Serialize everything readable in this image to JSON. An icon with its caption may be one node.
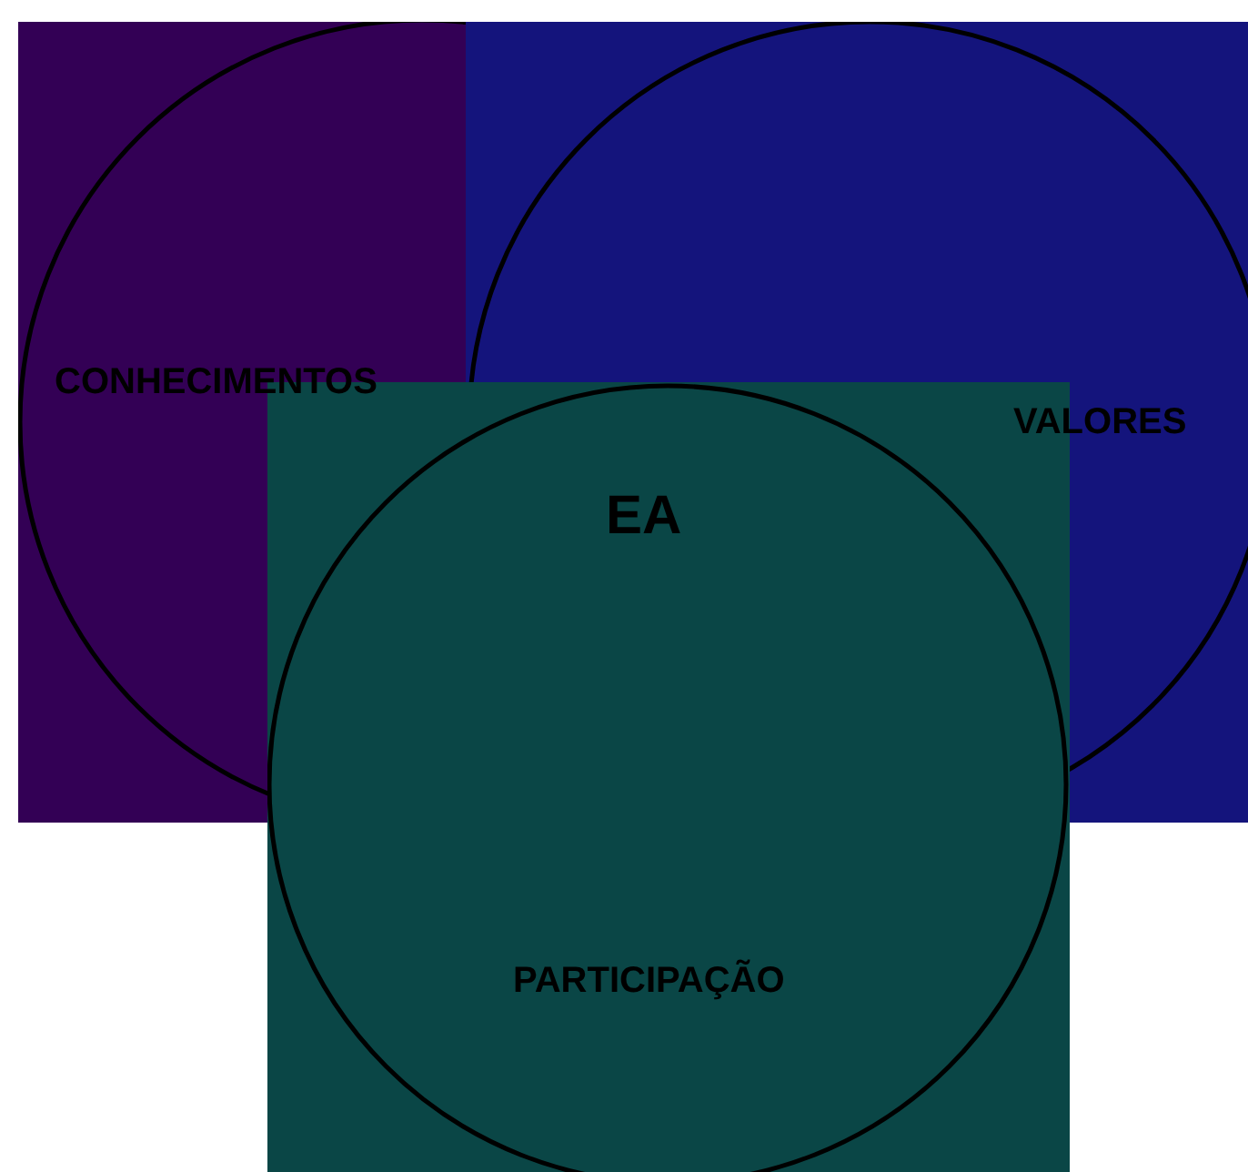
{
  "diagram": {
    "nodes": [
      {
        "text": [
          "CONHECIMENTOS"
        ]
      },
      {
        "text": [
          "VALORES"
        ]
      },
      {
        "text": [
          "PARTICIPAÇÃO"
        ]
      }
    ],
    "labels": [
      "EA"
    ]
  }
}
